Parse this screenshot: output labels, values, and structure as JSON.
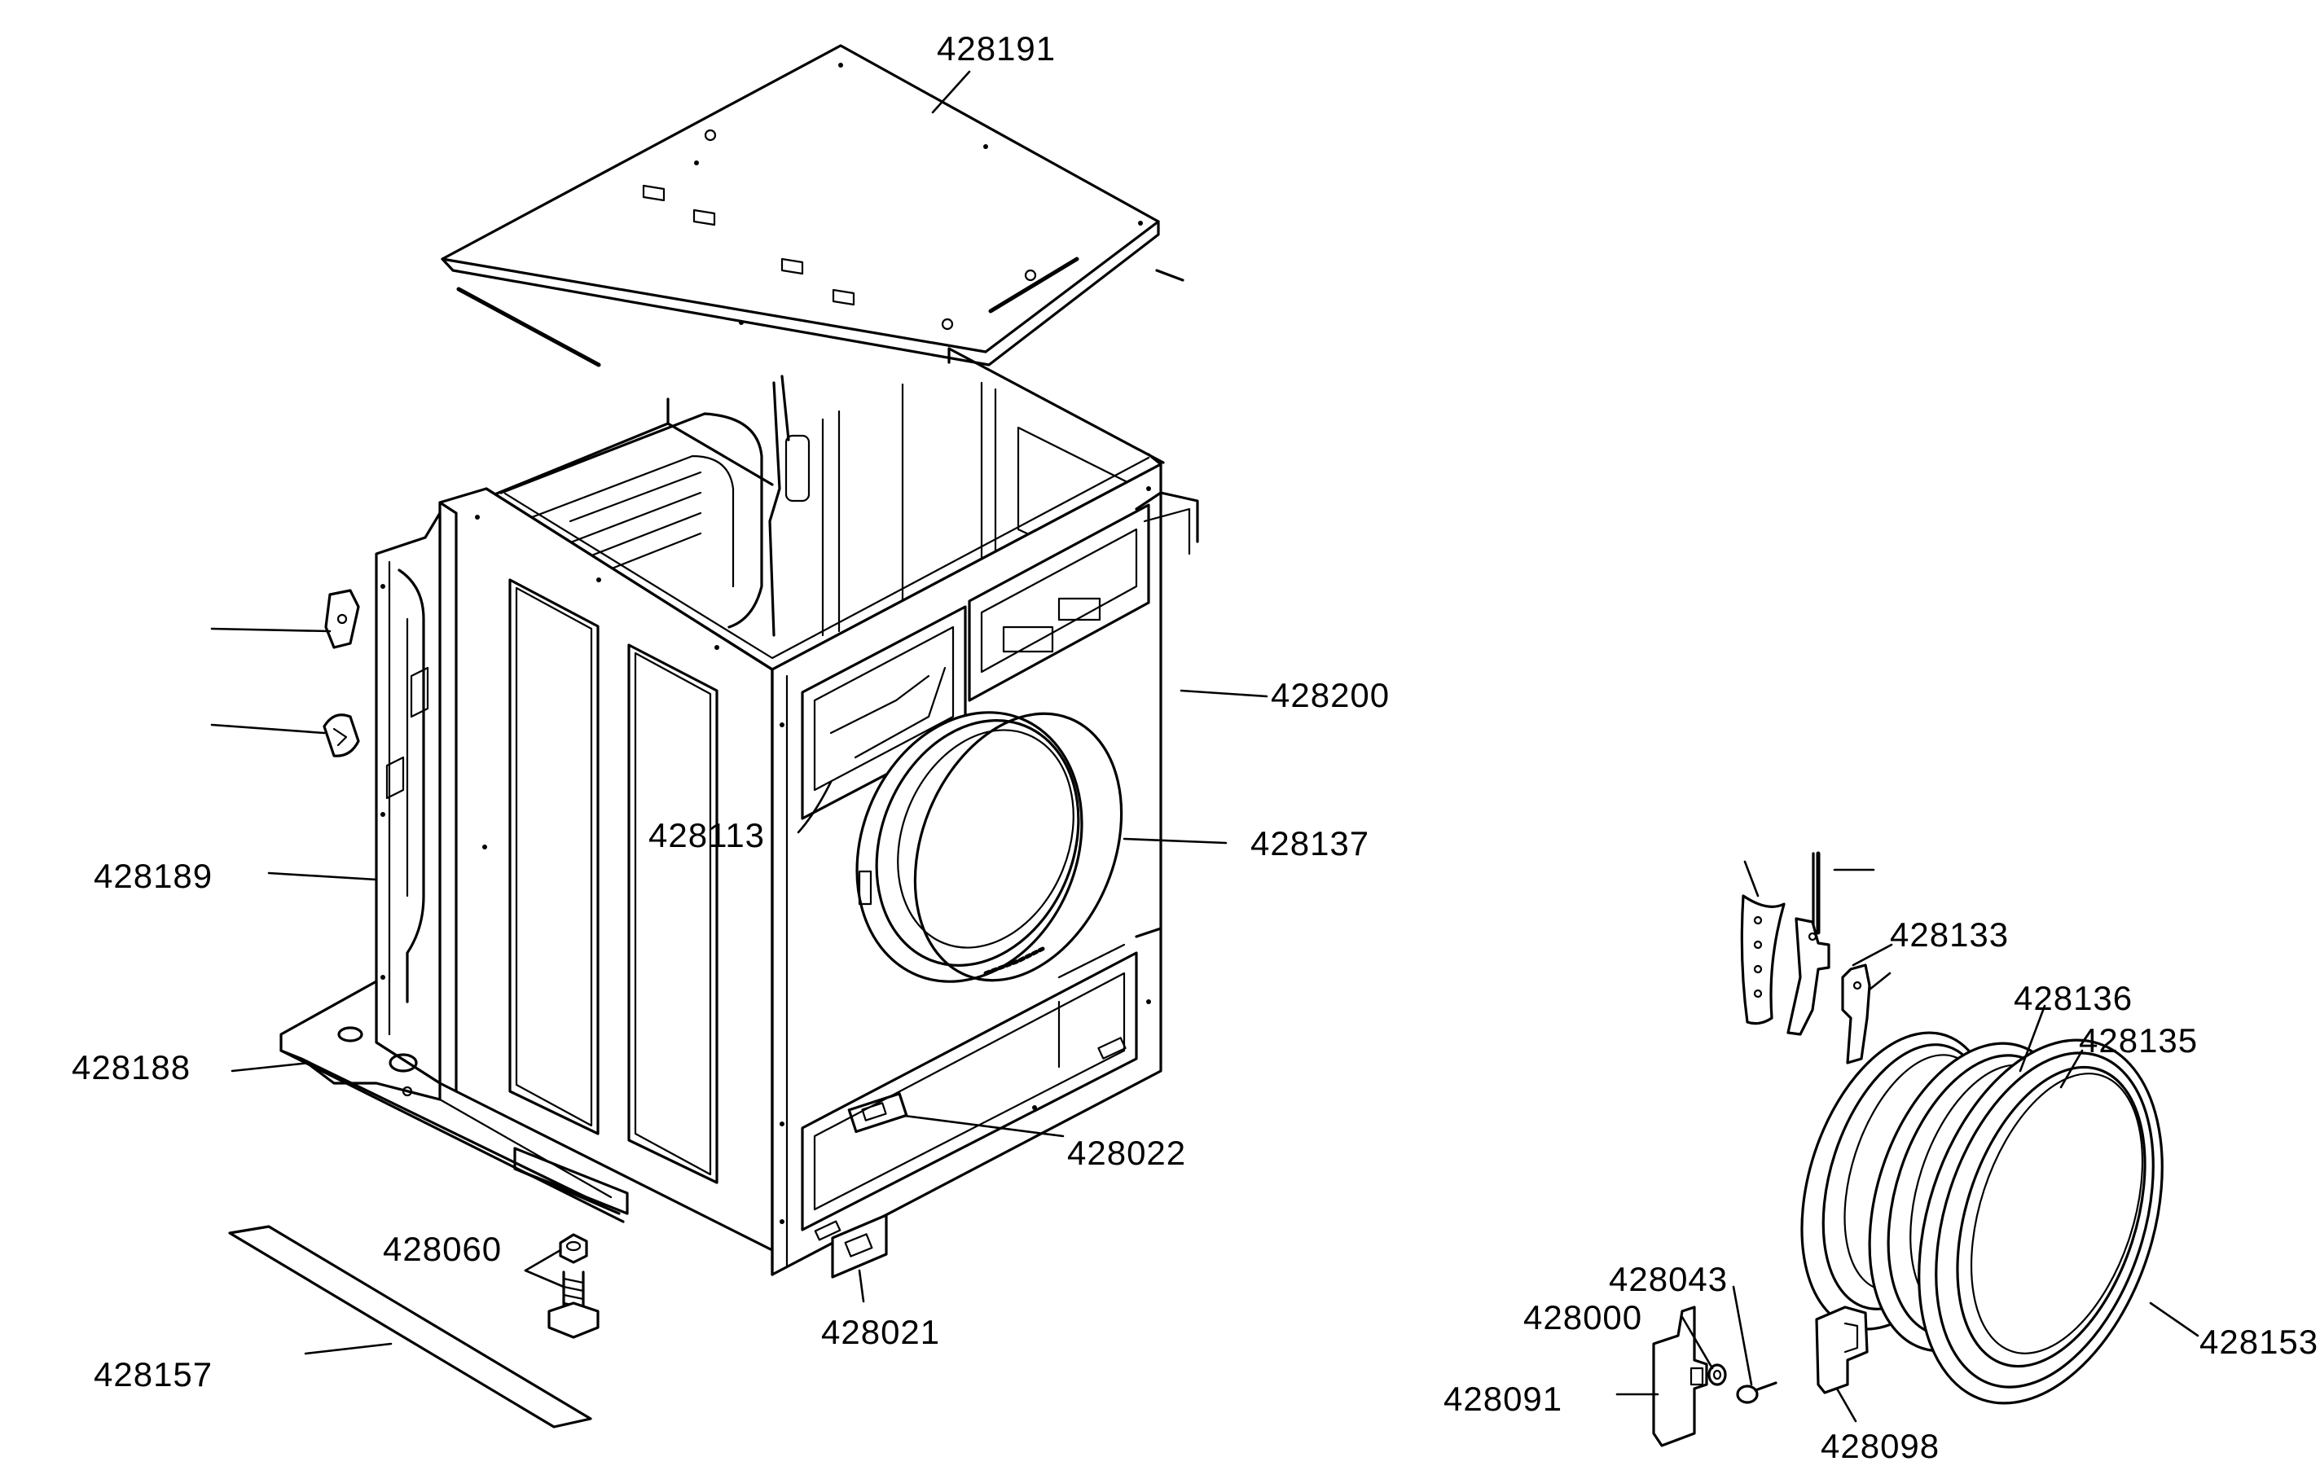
{
  "diagram": {
    "labels": {
      "top_panel": "428191",
      "cabinet": "428200",
      "door_bracket": "428113",
      "door_seal_ring": "428137",
      "side_panel": "428189",
      "base_frame": "428188",
      "front_clip_upper": "428022",
      "front_clip_lower": "428021",
      "leveling_foot": "428060",
      "plinth_strip": "428157",
      "hinge_bracket": "428133",
      "door_inner_ring": "428136",
      "door_glass": "428135",
      "door_outer_ring": "428153",
      "door_screw": "428043",
      "washer": "428000",
      "door_lock": "428091",
      "door_latch": "428098"
    }
  }
}
